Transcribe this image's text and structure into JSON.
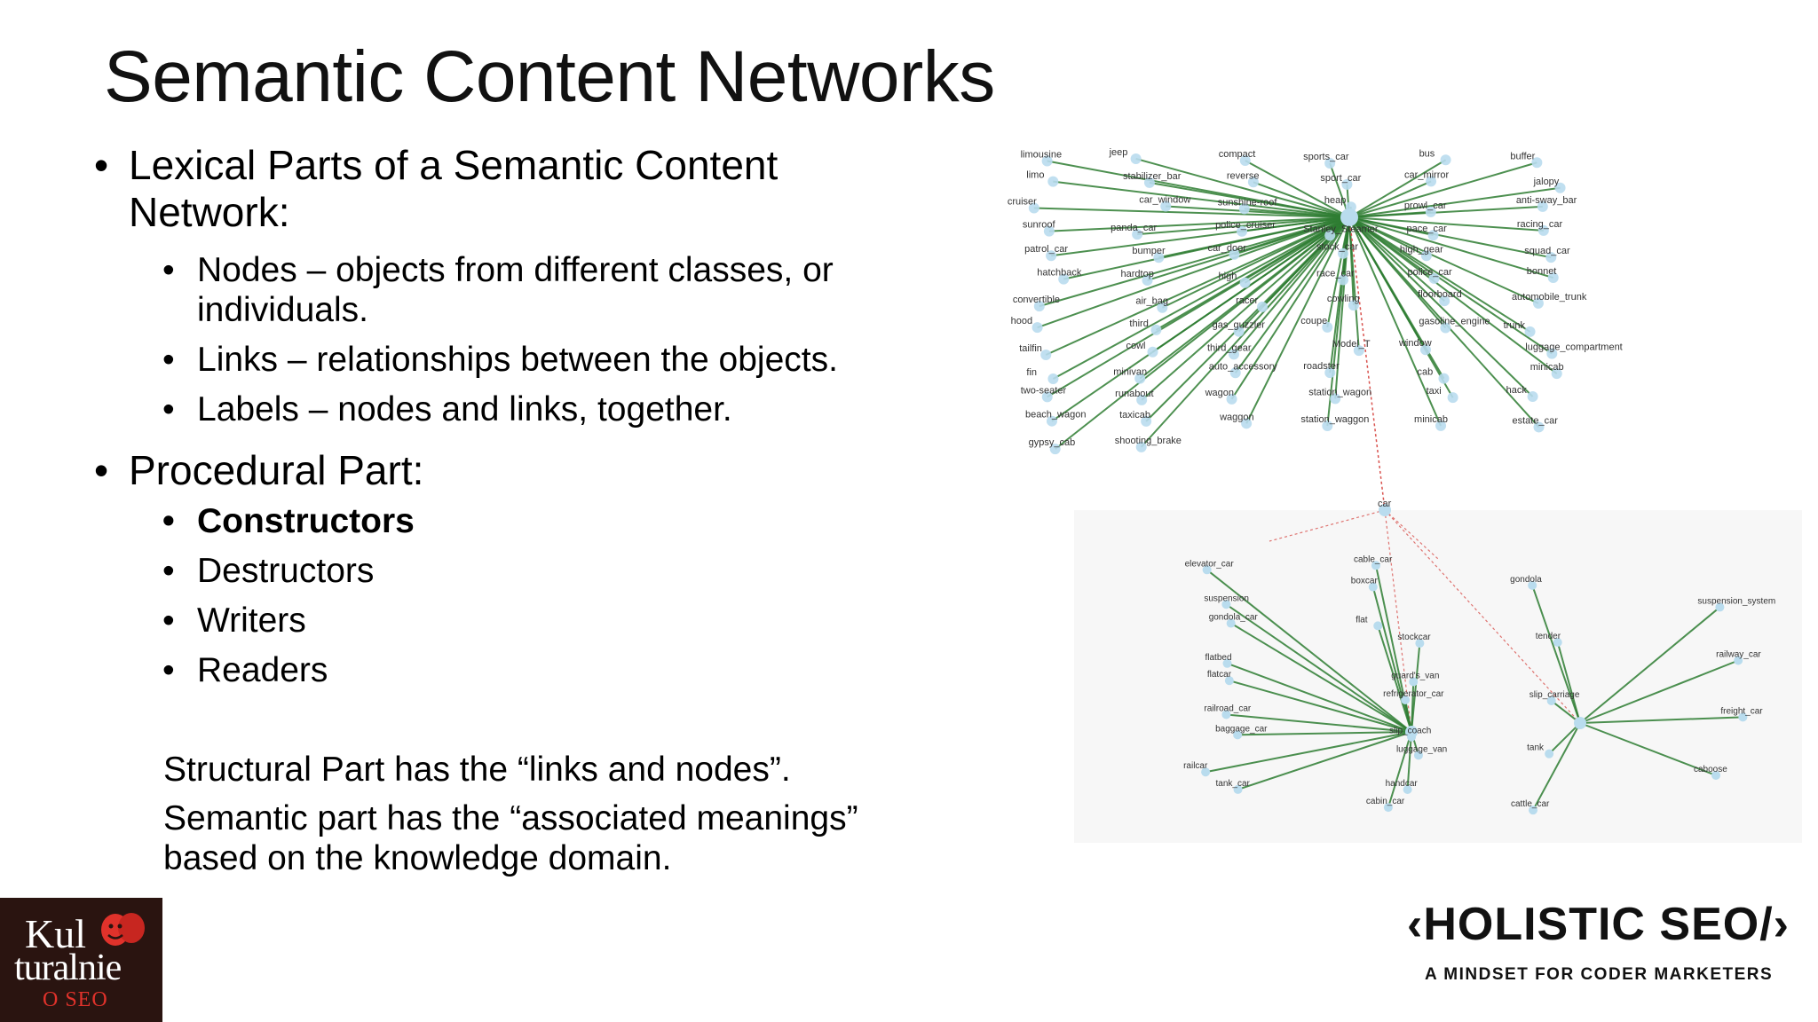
{
  "slide": {
    "title": "Semantic Content Networks",
    "bullet_lexical_line1": "Lexical Parts of a Semantic Content",
    "bullet_lexical_line2": "Network:",
    "lexical_items": [
      {
        "line1": "Nodes – objects from different classes, or",
        "line2": "individuals."
      },
      {
        "line1": "Links – relationships between the objects.",
        "line2": ""
      },
      {
        "line1": "Labels – nodes and links, together.",
        "line2": ""
      }
    ],
    "bullet_procedural": "Procedural Part:",
    "procedural_items": [
      "Constructors",
      "Destructors",
      "Writers",
      "Readers"
    ],
    "structural_note": "Structural Part has the “links and nodes”.",
    "semantic_note_line1": "Semantic part has the “associated meanings”",
    "semantic_note_line2": "based on the knowledge domain."
  },
  "graph": {
    "edge_color": "#2e7d32",
    "hub_edge_color": "#d9534f",
    "node_color": "#b9dcee",
    "labels_top": [
      "limousine",
      "jeep",
      "compact",
      "sports_car",
      "bus",
      "buffer",
      "limo",
      "stabilizer_bar",
      "reverse",
      "sport_car",
      "car_mirror",
      "jalopy",
      "cruiser",
      "car_window",
      "sunshine-roof",
      "heap",
      "prowl_car",
      "anti-sway_bar",
      "sunroof",
      "panda_car",
      "police_cruiser",
      "Stanley_Steamer",
      "pace_car",
      "racing_car",
      "patrol_car",
      "bumper",
      "car_door",
      "stock_car",
      "high_gear",
      "squad_car",
      "hatchback",
      "hardtop",
      "high",
      "race_car",
      "police_car",
      "bonnet",
      "convertible",
      "air_bag",
      "racer",
      "cowling",
      "floorboard",
      "automobile_trunk",
      "hood",
      "third",
      "gas_guzzler",
      "coupe",
      "gasoline_engine",
      "trunk",
      "tailfin",
      "cowl",
      "third_gear",
      "Model_T",
      "window",
      "luggage_compartment",
      "fin",
      "minivan",
      "auto_accessory",
      "roadster",
      "cab",
      "minicab",
      "two-seater",
      "runabout",
      "wagon",
      "station_wagon",
      "taxi",
      "hack",
      "beach_wagon",
      "taxicab",
      "waggon",
      "station_waggon",
      "minicab",
      "estate_car",
      "gypsy_cab",
      "shooting_brake"
    ],
    "hub_label": "car",
    "labels_bottom": [
      "elevator_car",
      "cable_car",
      "gondola",
      "boxcar",
      "suspension",
      "suspension_system",
      "gondola_car",
      "flat",
      "tender",
      "stockcar",
      "flatbed",
      "railway_car",
      "flatcar",
      "guard's_van",
      "slip_carriage",
      "refrigerator_car",
      "railroad_car",
      "freight_car",
      "baggage_car",
      "slip_coach",
      "tank",
      "luggage_van",
      "railcar",
      "caboose",
      "tank_car",
      "handcar",
      "cattle_car",
      "cabin_car"
    ]
  },
  "logos": {
    "left_line1": "Kul",
    "left_line2": "turalnie",
    "left_line3": "O SEO",
    "right_main": "‹HOLISTIC SEO/›",
    "right_sub": "A MINDSET FOR CODER MARKETERS"
  }
}
